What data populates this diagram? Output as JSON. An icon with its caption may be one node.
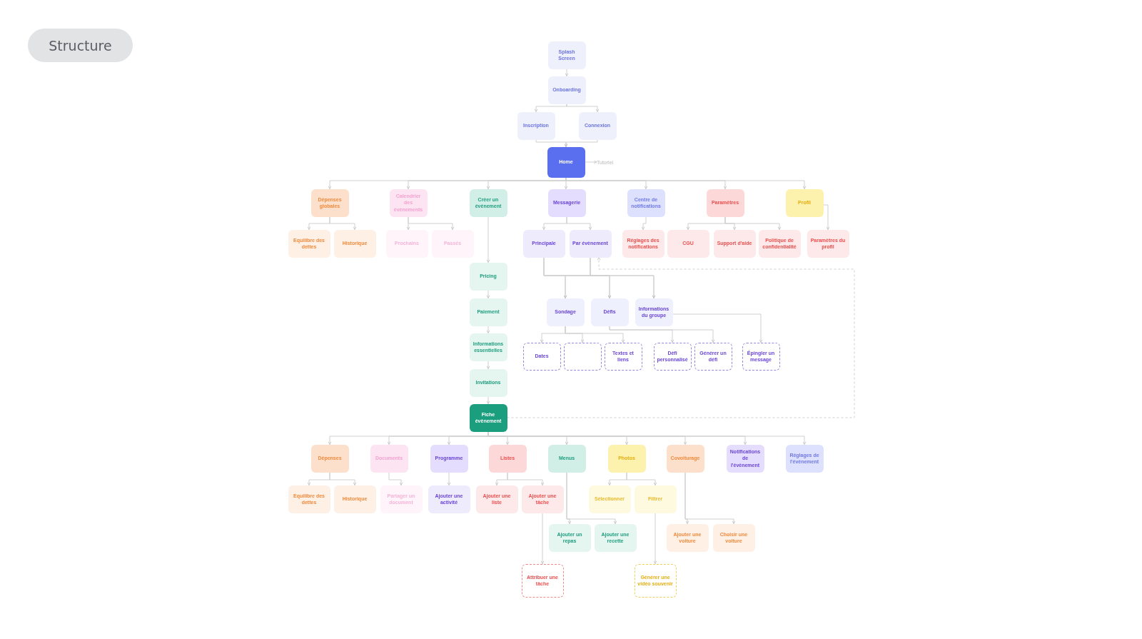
{
  "diagram": {
    "title": "Structure",
    "nodes": [
      {
        "text": [
          "Splash Screen"
        ]
      },
      {
        "text": [
          "Onboarding"
        ]
      },
      {
        "text": [
          "Inscription"
        ]
      },
      {
        "text": [
          "Connexion"
        ]
      },
      {
        "text": [
          "Home"
        ]
      },
      {
        "text": [
          "Tutoriel"
        ]
      },
      {
        "text": [
          "Dépenses globales"
        ]
      },
      {
        "text": [
          "Calendrier des évènements"
        ]
      },
      {
        "text": [
          "Créer un évènement"
        ]
      },
      {
        "text": [
          "Messagerie"
        ]
      },
      {
        "text": [
          "Centre de notifications"
        ]
      },
      {
        "text": [
          "Paramètres"
        ]
      },
      {
        "text": [
          "Profil"
        ]
      },
      {
        "text": [
          "Equilibre des dettes"
        ]
      },
      {
        "text": [
          "Historique"
        ]
      },
      {
        "text": [
          "Prochains"
        ]
      },
      {
        "text": [
          "Passés"
        ]
      },
      {
        "text": [
          "Principale"
        ]
      },
      {
        "text": [
          "Par évènement"
        ]
      },
      {
        "text": [
          "Réglages des notifications"
        ]
      },
      {
        "text": [
          "CGU"
        ]
      },
      {
        "text": [
          "Support d'aide"
        ]
      },
      {
        "text": [
          "Politique de confidentialité"
        ]
      },
      {
        "text": [
          "Paramètres du profil"
        ]
      },
      {
        "text": [
          "Pricing"
        ]
      },
      {
        "text": [
          "Paiement"
        ]
      },
      {
        "text": [
          "Informations essentielles"
        ]
      },
      {
        "text": [
          "Invitations"
        ]
      },
      {
        "text": [
          "Fiche évènement"
        ]
      },
      {
        "text": [
          "Sondage"
        ]
      },
      {
        "text": [
          "Défis"
        ]
      },
      {
        "text": [
          "Informations du groupe"
        ]
      },
      {
        "text": [
          "Dates"
        ]
      },
      {
        "text": [],
        "shape": "box"
      },
      {
        "text": [
          "Textes et liens"
        ]
      },
      {
        "text": [
          "Défi personnalisé"
        ]
      },
      {
        "text": [
          "Générer un défi"
        ]
      },
      {
        "text": [
          "Épingler un message"
        ]
      },
      {
        "text": [
          "Dépenses"
        ]
      },
      {
        "text": [
          "Documents"
        ]
      },
      {
        "text": [
          "Programme"
        ]
      },
      {
        "text": [
          "Listes"
        ]
      },
      {
        "text": [
          "Menus"
        ]
      },
      {
        "text": [
          "Photos"
        ]
      },
      {
        "text": [
          "Covoiturage"
        ]
      },
      {
        "text": [
          "Notifications de l'évènement"
        ]
      },
      {
        "text": [
          "Réglages de l'évènement"
        ]
      },
      {
        "text": [
          "Equilibre des dettes"
        ]
      },
      {
        "text": [
          "Historique"
        ]
      },
      {
        "text": [
          "Partager un document"
        ]
      },
      {
        "text": [
          "Ajouter une activité"
        ]
      },
      {
        "text": [
          "Ajouter une liste"
        ]
      },
      {
        "text": [
          "Ajouter une tâche"
        ]
      },
      {
        "text": [
          "Sélectionner"
        ]
      },
      {
        "text": [
          "Filtrer"
        ]
      },
      {
        "text": [
          "Ajouter un repas"
        ]
      },
      {
        "text": [
          "Ajouter une recette"
        ]
      },
      {
        "text": [
          "Ajouter une voiture"
        ]
      },
      {
        "text": [
          "Choisir une voiture"
        ]
      },
      {
        "text": [
          "Attribuer une tâche"
        ]
      },
      {
        "text": [
          "Générer une vidéo souvenir"
        ]
      }
    ],
    "edges": [
      {
        "from": 0,
        "to": 1,
        "arrow": "to"
      },
      {
        "from": 1,
        "to": 2,
        "arrow": "to"
      },
      {
        "from": 1,
        "to": 3,
        "arrow": "to"
      },
      {
        "from": 2,
        "to": 4,
        "arrow": "to"
      },
      {
        "from": 3,
        "to": 4,
        "arrow": "to"
      },
      {
        "from": 4,
        "to": 5,
        "arrow": "to"
      },
      {
        "from": 4,
        "to": 6,
        "arrow": "to"
      },
      {
        "from": 4,
        "to": 7,
        "arrow": "to"
      },
      {
        "from": 4,
        "to": 8,
        "arrow": "to"
      },
      {
        "from": 4,
        "to": 9,
        "arrow": "to"
      },
      {
        "from": 4,
        "to": 10,
        "arrow": "to"
      },
      {
        "from": 4,
        "to": 11,
        "arrow": "to"
      },
      {
        "from": 4,
        "to": 12,
        "arrow": "to"
      },
      {
        "from": 6,
        "to": 13,
        "arrow": "to"
      },
      {
        "from": 6,
        "to": 14,
        "arrow": "to"
      },
      {
        "from": 7,
        "to": 15,
        "arrow": "to"
      },
      {
        "from": 7,
        "to": 16,
        "arrow": "to"
      },
      {
        "from": 9,
        "to": 17,
        "arrow": "to"
      },
      {
        "from": 9,
        "to": 18,
        "arrow": "to"
      },
      {
        "from": 10,
        "to": 19,
        "arrow": "to"
      },
      {
        "from": 11,
        "to": 20,
        "arrow": "to"
      },
      {
        "from": 11,
        "to": 21,
        "arrow": "to"
      },
      {
        "from": 11,
        "to": 22,
        "arrow": "to"
      },
      {
        "from": 12,
        "to": 23,
        "arrow": "to"
      },
      {
        "from": 8,
        "to": 24,
        "arrow": "to"
      },
      {
        "from": 24,
        "to": 25,
        "arrow": "to"
      },
      {
        "from": 25,
        "to": 26,
        "arrow": "to"
      },
      {
        "from": 26,
        "to": 27,
        "arrow": "to"
      },
      {
        "from": 27,
        "to": 28,
        "arrow": "to"
      },
      {
        "from": 17,
        "to": 29,
        "arrow": "to"
      },
      {
        "from": 17,
        "to": 30,
        "arrow": "to"
      },
      {
        "from": 17,
        "to": 31,
        "arrow": "to"
      },
      {
        "from": 18,
        "to": 29,
        "arrow": "to"
      },
      {
        "from": 18,
        "to": 30,
        "arrow": "to"
      },
      {
        "from": 18,
        "to": 31,
        "arrow": "to"
      },
      {
        "from": 29,
        "to": 32,
        "arrow": "to"
      },
      {
        "from": 29,
        "to": 33,
        "arrow": "to"
      },
      {
        "from": 29,
        "to": 34,
        "arrow": "to"
      },
      {
        "from": 30,
        "to": 35,
        "arrow": "to"
      },
      {
        "from": 30,
        "to": 36,
        "arrow": "to"
      },
      {
        "from": 31,
        "to": 37,
        "arrow": "to"
      },
      {
        "from": 28,
        "to": 18,
        "arrow": "to",
        "style": "dashed"
      },
      {
        "from": 28,
        "to": 38,
        "arrow": "to"
      },
      {
        "from": 28,
        "to": 39,
        "arrow": "to"
      },
      {
        "from": 28,
        "to": 40,
        "arrow": "to"
      },
      {
        "from": 28,
        "to": 41,
        "arrow": "to"
      },
      {
        "from": 28,
        "to": 42,
        "arrow": "to"
      },
      {
        "from": 28,
        "to": 43,
        "arrow": "to"
      },
      {
        "from": 28,
        "to": 44,
        "arrow": "to"
      },
      {
        "from": 28,
        "to": 45,
        "arrow": "to"
      },
      {
        "from": 28,
        "to": 46,
        "arrow": "to"
      },
      {
        "from": 38,
        "to": 47,
        "arrow": "to"
      },
      {
        "from": 38,
        "to": 48,
        "arrow": "to"
      },
      {
        "from": 39,
        "to": 49,
        "arrow": "to"
      },
      {
        "from": 40,
        "to": 50,
        "arrow": "to"
      },
      {
        "from": 41,
        "to": 51,
        "arrow": "to"
      },
      {
        "from": 41,
        "to": 52,
        "arrow": "to"
      },
      {
        "from": 43,
        "to": 53,
        "arrow": "to"
      },
      {
        "from": 43,
        "to": 54,
        "arrow": "to"
      },
      {
        "from": 42,
        "to": 55,
        "arrow": "to"
      },
      {
        "from": 42,
        "to": 56,
        "arrow": "to"
      },
      {
        "from": 44,
        "to": 57,
        "arrow": "to"
      },
      {
        "from": 44,
        "to": 58,
        "arrow": "to"
      },
      {
        "from": 52,
        "to": 59,
        "arrow": "to"
      },
      {
        "from": 54,
        "to": 60,
        "arrow": "to"
      }
    ]
  }
}
